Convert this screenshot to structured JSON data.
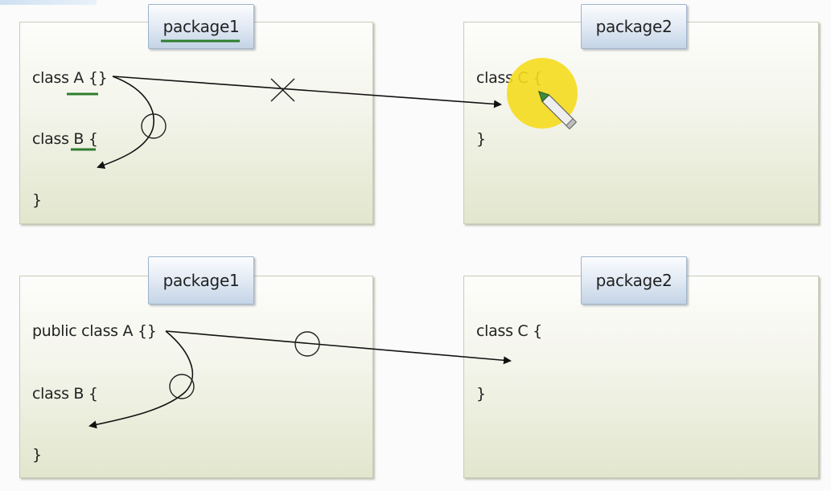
{
  "top": {
    "left_package": {
      "label": "package1",
      "lines": [
        "class A {}",
        "class B {",
        "}"
      ]
    },
    "right_package": {
      "label": "package2",
      "lines": [
        "class C {",
        "}"
      ]
    }
  },
  "bottom": {
    "left_package": {
      "label": "package1",
      "lines": [
        "public class A {}",
        "class B {",
        "}"
      ]
    },
    "right_package": {
      "label": "package2",
      "lines": [
        "class C {",
        "}"
      ]
    }
  },
  "colors": {
    "underline": "#2e7d2e",
    "highlight": "#f5dc1e",
    "arrow": "#111111",
    "tab_border": "#9fb3c9"
  },
  "icons": [
    "pencil-cursor-icon",
    "blocked-x-icon",
    "allowed-circle-icon"
  ]
}
